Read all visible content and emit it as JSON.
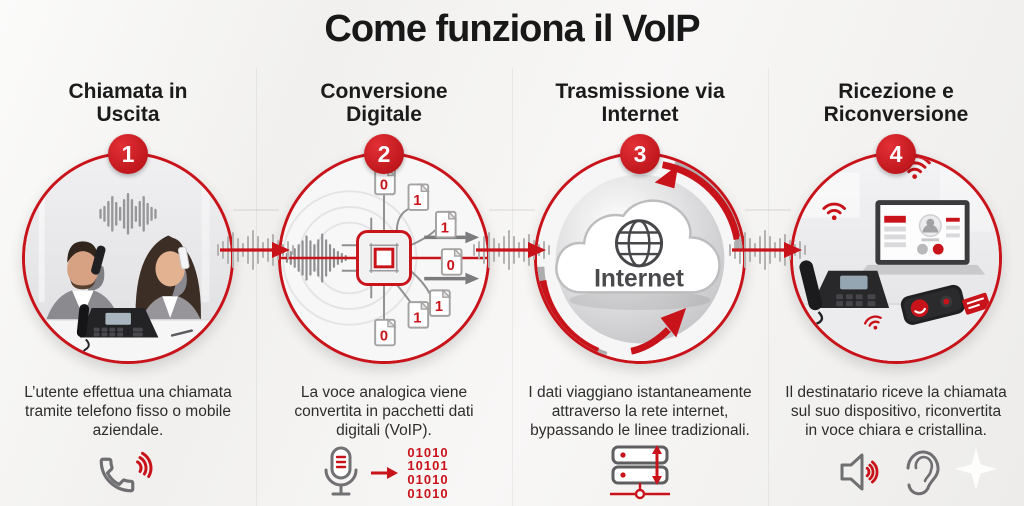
{
  "title": "Come funziona il VoIP",
  "colors": {
    "accent": "#c9131a",
    "title_text": "#181818",
    "body_text": "#2d2d2d"
  },
  "connector_icon": "arrow-right-icon",
  "steps": [
    {
      "number": "1",
      "title": "Chiamata in Uscita",
      "description": "L’utente effettua una chiamata tramite telefono fisso o mobile aziendale.",
      "footer_icon": "phone-handset-icon"
    },
    {
      "number": "2",
      "title": "Conversione Digitale",
      "description": "La voce analogica viene convertita in pacchetti dati digitali (VoIP).",
      "footer_icon": "microphone-binary-icon",
      "binary": "01010\n10101\n01010\n01010",
      "packet_digits": [
        "0",
        "1",
        "1",
        "0",
        "1",
        "0",
        "1"
      ]
    },
    {
      "number": "3",
      "title": "Trasmissione via Internet",
      "description": "I dati viaggiano istantaneamente attraverso la rete internet, bypassando le linee tradizionali.",
      "footer_icon": "server-network-icon",
      "cloud_label": "Internet"
    },
    {
      "number": "4",
      "title": "Ricezione e Riconversione",
      "description": "Il destinatario riceve la chiamata sul suo dispositivo, riconvertita in voce chiara e cristallina.",
      "footer_icon": "speaker-ear-icon"
    }
  ]
}
